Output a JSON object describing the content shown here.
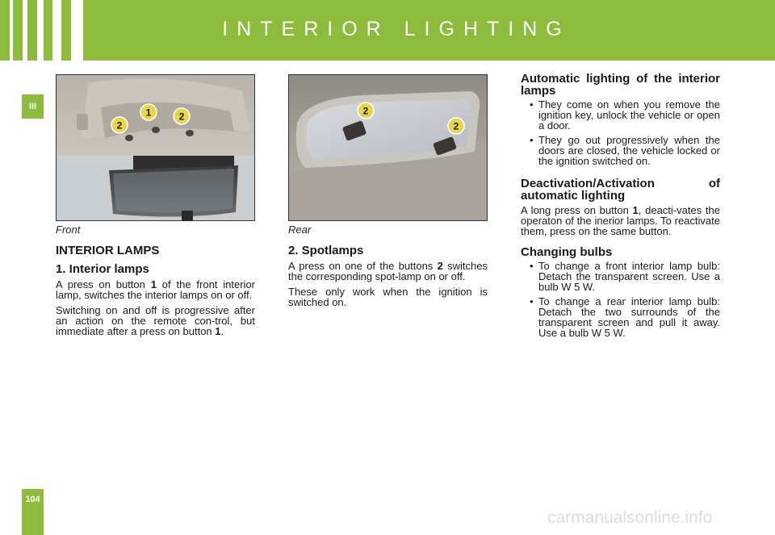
{
  "header": {
    "title": "INTERIOR LIGHTING",
    "band_color": "#8dbb3c"
  },
  "sidebar": {
    "chapter": "III",
    "page_number": "104"
  },
  "figures": {
    "front": {
      "caption": "Front",
      "badges": [
        "2",
        "1",
        "2"
      ]
    },
    "rear": {
      "caption": "Rear",
      "badges": [
        "2",
        "2"
      ]
    }
  },
  "left_column": {
    "section_title": "INTERIOR LAMPS",
    "subsection_title": "1. Interior lamps",
    "p1_before": "A press on button ",
    "p1_bold": "1",
    "p1_after": " of the front interior lamp, switches the interior lamps on or off.",
    "p2_before": "Switching on and off is progressive after an action on the remote con-trol, but immediate after a press on button ",
    "p2_bold": "1",
    "p2_after": "."
  },
  "middle_column": {
    "subsection_title": "2. Spotlamps",
    "p1_before": "A press on one of the buttons ",
    "p1_bold": "2",
    "p1_after": " switches the corresponding spot-lamp on or off.",
    "p2": "These only work when the ignition is switched on."
  },
  "right_column": {
    "auto_title": "Automatic lighting of the interior lamps",
    "auto_bullets": [
      "They come on when you remove the ignition key, unlock the vehicle or open a door.",
      "They go out progressively when the doors are closed, the vehicle locked or the ignition switched on."
    ],
    "deact_title": "Deactivation/Activation of automatic lighting",
    "deact_p_before": "A long press on button ",
    "deact_p_bold": "1",
    "deact_p_after": ", deacti-vates the operaton of the inerior lamps. To reactivate them, press on the same button.",
    "bulbs_title": "Changing bulbs",
    "bulbs_bullets": [
      "To change a front interior lamp bulb: Detach the transparent screen. Use a bulb W 5 W.",
      "To change a rear interior lamp bulb: Detach the two surrounds of the transparent screen and pull it away. Use a bulb W 5 W."
    ],
    "bullet_glyph": "•"
  },
  "watermark": "carmanualsonline.info"
}
